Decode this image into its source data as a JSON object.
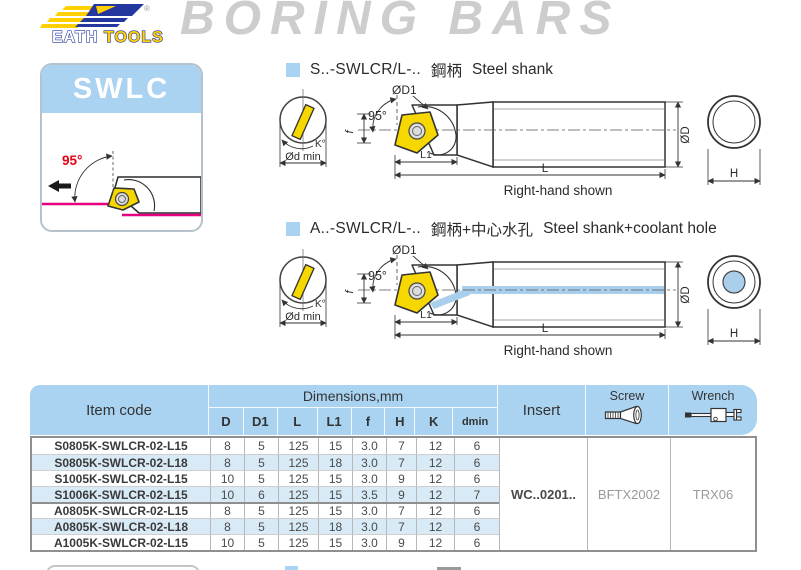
{
  "logo": {
    "line1": "EATH",
    "line2": "TOOLS",
    "registered": "®"
  },
  "title": "BORING BARS",
  "card": {
    "title": "SWLC",
    "angle": "95°"
  },
  "sections": {
    "steel": {
      "code": "S..-SWLCR/L-..",
      "cn": "鋼柄",
      "en": "Steel shank"
    },
    "coolant": {
      "code": "A..-SWLCR/L-..",
      "cn": "鋼柄+中心水孔",
      "en": "Steel shank+coolant hole"
    }
  },
  "drawing": {
    "d1": "ØD1",
    "angle": "95°",
    "f": "f",
    "l1": "L1",
    "l": "L",
    "d": "ØD",
    "h": "H",
    "k": "K°",
    "dmin": "Ød min",
    "caption": "Right-hand shown"
  },
  "table": {
    "item_code": "Item code",
    "dimensions": "Dimensions,mm",
    "dim_cols": [
      "D",
      "D1",
      "L",
      "L1",
      "f",
      "H",
      "K",
      "dmin"
    ],
    "insert": "Insert",
    "screw": "Screw",
    "wrench": "Wrench",
    "rows": [
      [
        "S0805K-SWLCR-02-L15",
        "8",
        "5",
        "125",
        "15",
        "3.0",
        "7",
        "12",
        "6"
      ],
      [
        "S0805K-SWLCR-02-L18",
        "8",
        "5",
        "125",
        "18",
        "3.0",
        "7",
        "12",
        "6"
      ],
      [
        "S1005K-SWLCR-02-L15",
        "10",
        "5",
        "125",
        "15",
        "3.0",
        "9",
        "12",
        "6"
      ],
      [
        "S1006K-SWLCR-02-L15",
        "10",
        "6",
        "125",
        "15",
        "3.5",
        "9",
        "12",
        "7"
      ],
      [
        "A0805K-SWLCR-02-L15",
        "8",
        "5",
        "125",
        "15",
        "3.0",
        "7",
        "12",
        "6"
      ],
      [
        "A0805K-SWLCR-02-L18",
        "8",
        "5",
        "125",
        "18",
        "3.0",
        "7",
        "12",
        "6"
      ],
      [
        "A1005K-SWLCR-02-L15",
        "10",
        "5",
        "125",
        "15",
        "3.0",
        "9",
        "12",
        "6"
      ]
    ],
    "insert_value": "WC..0201..",
    "screw_value": "BFTX2002",
    "wrench_value": "TRX06"
  },
  "colors": {
    "header_blue": "#a9d3f0",
    "row_blue": "#d9eaf7",
    "insert_yellow": "#f6d800",
    "magenta": "#e6007e",
    "red": "#e60012",
    "logo_blue": "#23379e",
    "logo_yellow": "#ffd100",
    "title_gray": "#cdcdcd",
    "coolant_blue": "#aacfec"
  }
}
